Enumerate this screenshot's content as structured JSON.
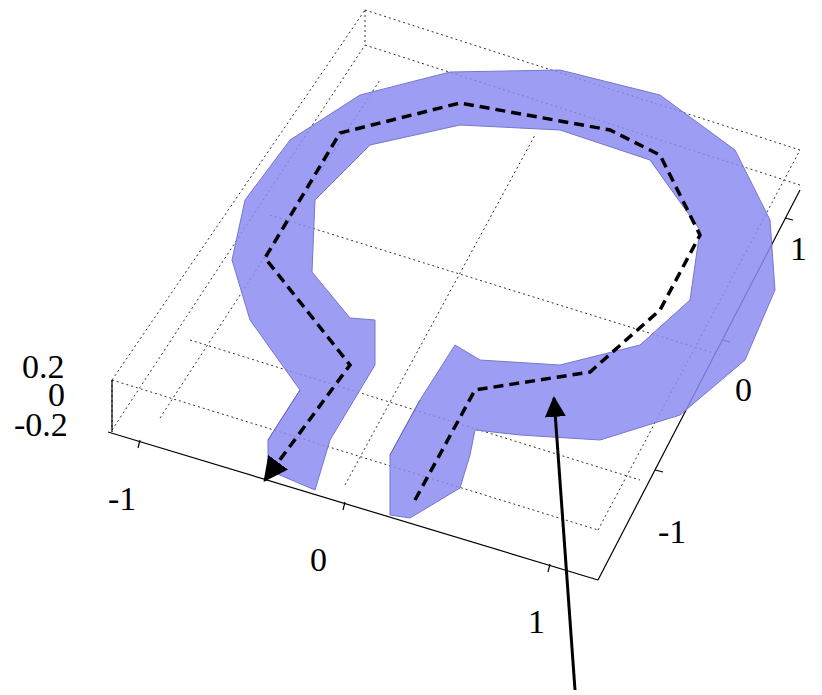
{
  "diagram": {
    "labels": [
      "0.2",
      "0",
      "-0.2",
      "-1",
      "0",
      "1",
      "1",
      "0",
      "-1"
    ]
  }
}
